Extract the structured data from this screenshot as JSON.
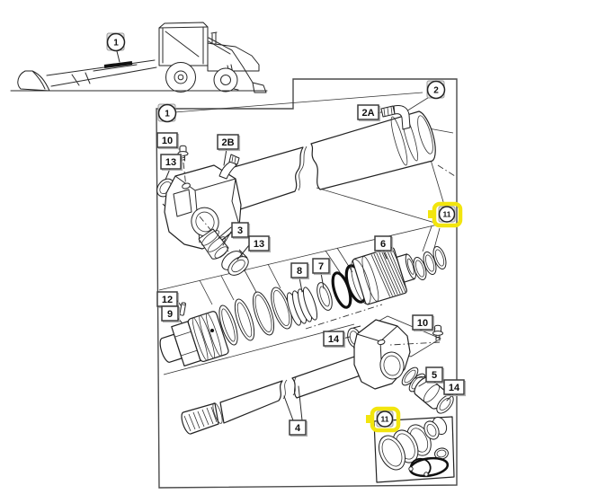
{
  "colors": {
    "line": "#222222",
    "highlight_yellow": "#f2e50e",
    "label_background": "#ffffff",
    "label_border": "#3c3c3c",
    "callout_square_background": "#e4e4e4",
    "page_background": "#ffffff"
  },
  "callouts": {
    "machine_item": {
      "text": "1",
      "style": "circle",
      "highlighted": false
    },
    "main_assembly": {
      "text": "1",
      "style": "circle",
      "highlighted": false
    },
    "barrel_assembly": {
      "text": "2",
      "style": "circle",
      "highlighted": false
    },
    "grease_pipe_a": {
      "text": "2A",
      "style": "box",
      "highlighted": false
    },
    "grease_pipe_b": {
      "text": "2B",
      "style": "box",
      "highlighted": false
    },
    "spacer_rings": {
      "text": "3",
      "style": "box",
      "highlighted": false
    },
    "piston_rod": {
      "text": "4",
      "style": "box",
      "highlighted": false
    },
    "rod_end_bushes": {
      "text": "5",
      "style": "box",
      "highlighted": false
    },
    "gland": {
      "text": "6",
      "style": "box",
      "highlighted": false
    },
    "seal_ring": {
      "text": "7",
      "style": "box",
      "highlighted": false
    },
    "seal_stack": {
      "text": "8",
      "style": "box",
      "highlighted": false
    },
    "piston": {
      "text": "9",
      "style": "box",
      "highlighted": false
    },
    "grease_nipple_left": {
      "text": "10",
      "style": "box",
      "highlighted": false
    },
    "grease_nipple_right": {
      "text": "10",
      "style": "box",
      "highlighted": false
    },
    "seal_kit_upper": {
      "text": "11",
      "style": "circle",
      "highlighted": true
    },
    "seal_kit_lower": {
      "text": "11",
      "style": "circle",
      "highlighted": true
    },
    "retaining_pin": {
      "text": "12",
      "style": "box",
      "highlighted": false
    },
    "bush_upper": {
      "text": "13",
      "style": "box",
      "highlighted": false
    },
    "bush_lower": {
      "text": "13",
      "style": "box",
      "highlighted": false
    },
    "rod_end_left": {
      "text": "14",
      "style": "box",
      "highlighted": false
    },
    "rod_end_right": {
      "text": "14",
      "style": "box",
      "highlighted": false
    }
  }
}
